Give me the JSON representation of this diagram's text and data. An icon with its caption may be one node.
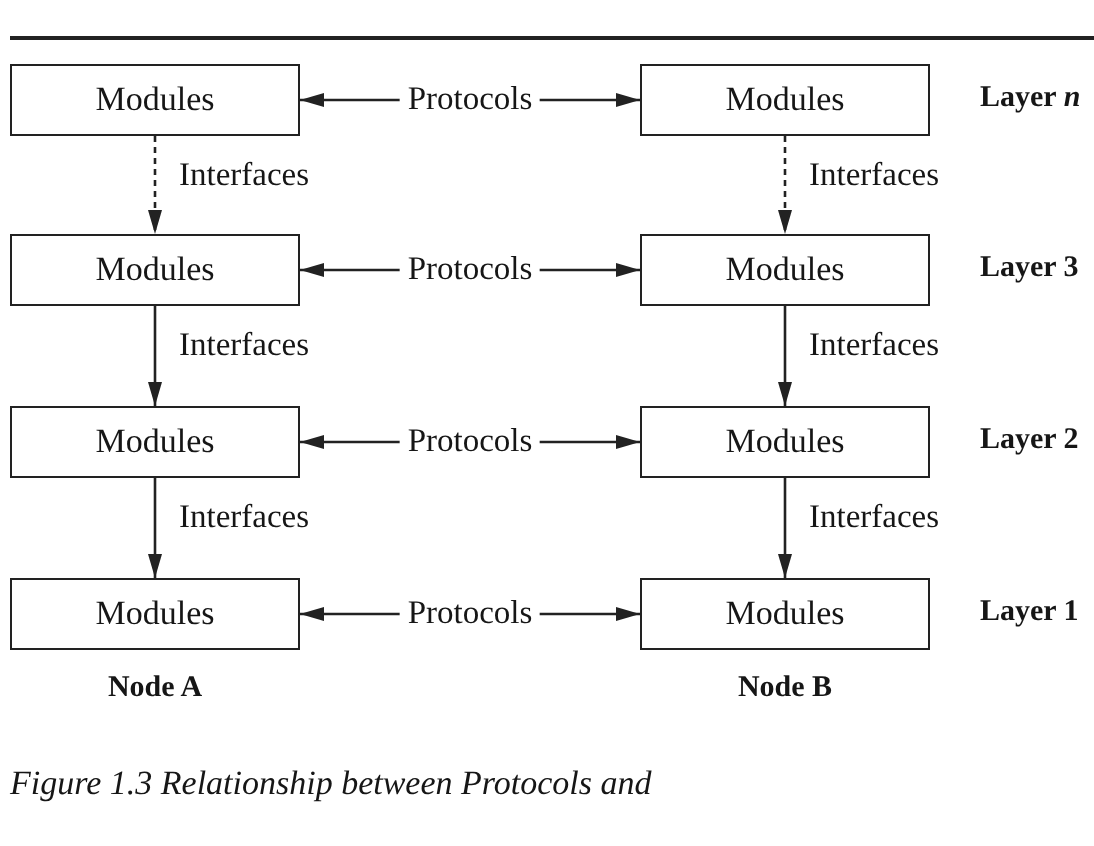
{
  "diagram": {
    "caption": "Figure 1.3 Relationship between Protocols and",
    "nodes": [
      {
        "text": [
          "Modules"
        ]
      },
      {
        "text": [
          "Modules"
        ]
      },
      {
        "text": [
          "Modules"
        ]
      },
      {
        "text": [
          "Modules"
        ]
      },
      {
        "text": [
          "Modules"
        ]
      },
      {
        "text": [
          "Modules"
        ]
      },
      {
        "text": [
          "Modules"
        ]
      },
      {
        "text": [
          "Modules"
        ]
      }
    ],
    "edges": [
      {
        "from": 0,
        "to": 1,
        "arrow": "both",
        "label": "Protocols"
      },
      {
        "from": 0,
        "to": 2,
        "arrow": "to",
        "label": "Interfaces",
        "style": "dashed"
      },
      {
        "from": 1,
        "to": 3,
        "arrow": "to",
        "label": "Interfaces",
        "style": "dashed"
      },
      {
        "from": 2,
        "to": 3,
        "arrow": "both",
        "label": "Protocols"
      },
      {
        "from": 2,
        "to": 4,
        "arrow": "to",
        "label": "Interfaces"
      },
      {
        "from": 3,
        "to": 5,
        "arrow": "to",
        "label": "Interfaces"
      },
      {
        "from": 4,
        "to": 5,
        "arrow": "both",
        "label": "Protocols"
      },
      {
        "from": 4,
        "to": 6,
        "arrow": "to",
        "label": "Interfaces"
      },
      {
        "from": 5,
        "to": 7,
        "arrow": "to",
        "label": "Interfaces"
      },
      {
        "from": 6,
        "to": 7,
        "arrow": "both",
        "label": "Protocols"
      }
    ],
    "labels": [
      "Layer *n*",
      "Layer 3",
      "Layer 2",
      "Layer 1",
      "Node A",
      "Node B"
    ]
  }
}
